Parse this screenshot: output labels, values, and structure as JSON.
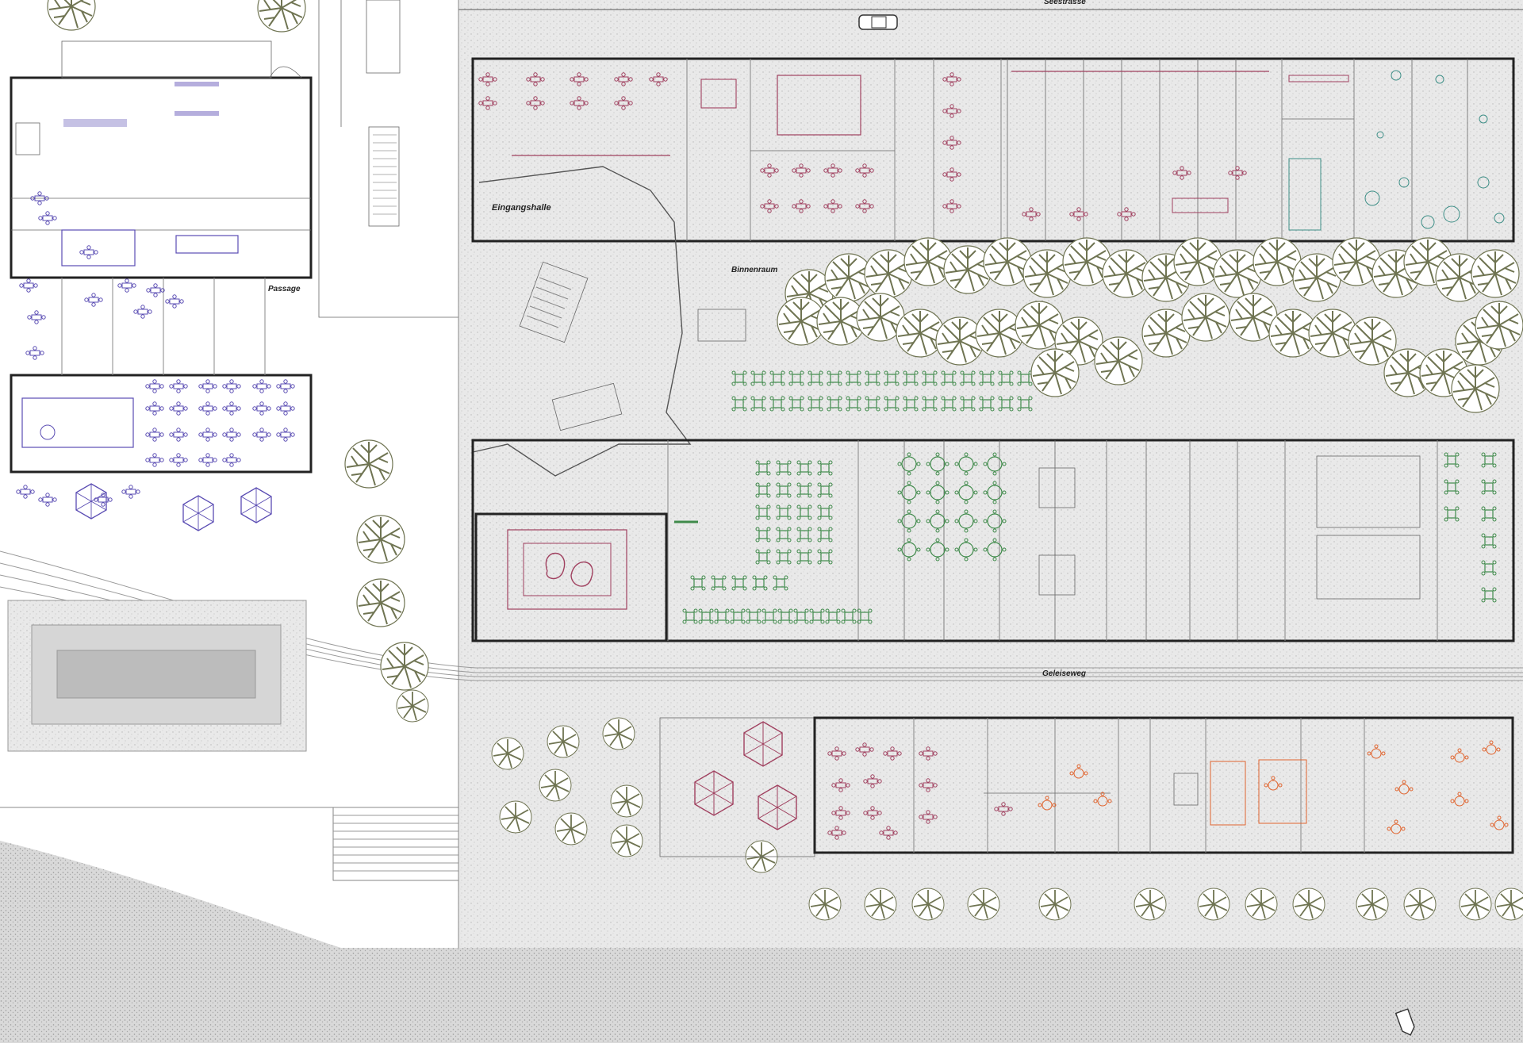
{
  "labels": {
    "street": "Seestrasse",
    "entrance_hall": "Eingangshalle",
    "courtyard": "Binnenraum",
    "track_path": "Geleiseweg",
    "passage": "Passage"
  },
  "colors": {
    "paper": "#ffffff",
    "ground": "#e6e6e6",
    "wall": "#222222",
    "tree": "#6f7452",
    "violet": "#5a4cb3",
    "maroon": "#a0405f",
    "green": "#3f8a4a",
    "orange": "#e0642e",
    "teal": "#3d8e86"
  },
  "icons": [
    "car-icon",
    "boat-icon",
    "tree-icon",
    "parasol-icon",
    "table-group-icon",
    "stair-icon"
  ]
}
